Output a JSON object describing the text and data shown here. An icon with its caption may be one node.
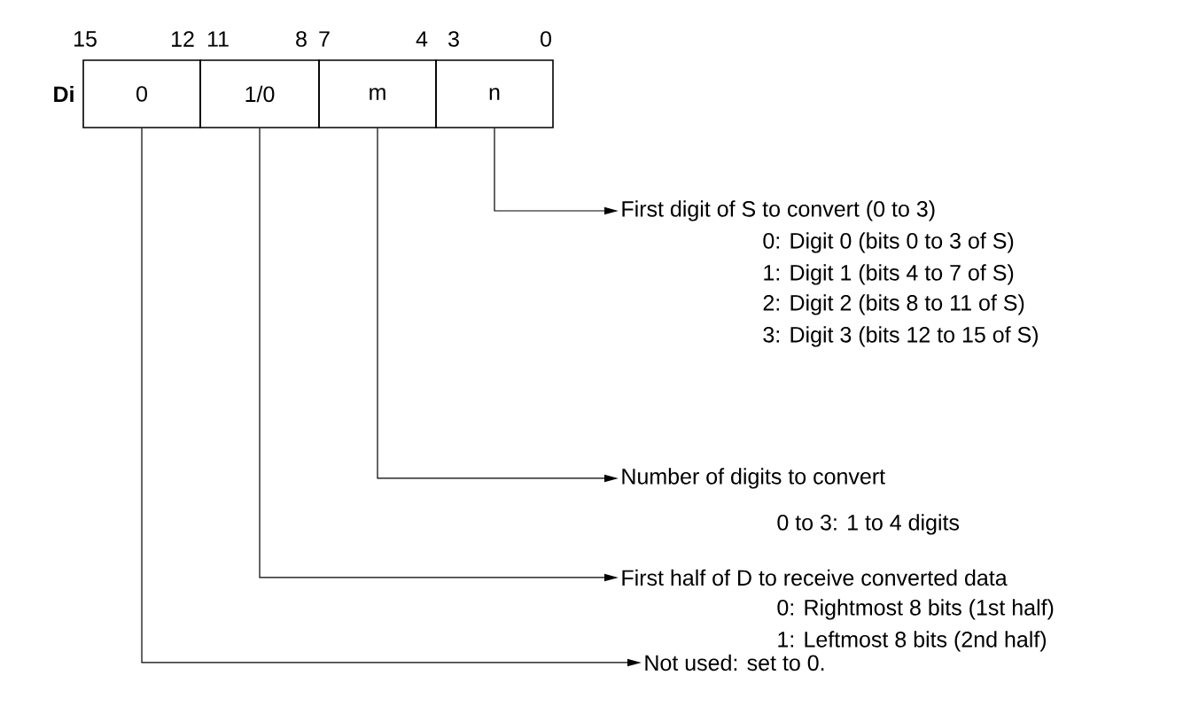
{
  "diagram": {
    "nodes": [
      {
        "text": [
          "0"
        ]
      },
      {
        "text": [
          "1/0"
        ]
      },
      {
        "text": [
          "m"
        ]
      },
      {
        "text": [
          "n"
        ]
      },
      {
        "text": [
          "First digit of S to convert (0 to 3)",
          "0: Digit 0 (bits 0 to 3 of S)",
          "1: Digit 1 (bits 4 to 7 of S)",
          "2: Digit 2 (bits 8 to 11 of S)",
          "3: Digit 3 (bits 12 to 15 of S)"
        ]
      },
      {
        "text": [
          "Number of digits to convert",
          "0 to 3: 1 to 4 digits"
        ]
      },
      {
        "text": [
          "First half of D to receive converted data",
          "0: Rightmost 8 bits (1st half)",
          "1: Leftmost 8 bits (2nd half)"
        ]
      },
      {
        "text": [
          "Not used: set to 0."
        ]
      }
    ],
    "edges": [
      {
        "from": 3,
        "to": 4,
        "arrow": "to"
      },
      {
        "from": 2,
        "to": 5,
        "arrow": "to"
      },
      {
        "from": 1,
        "to": 6,
        "arrow": "to"
      },
      {
        "from": 0,
        "to": 7,
        "arrow": "to"
      }
    ],
    "labels": [
      "Di",
      "15",
      "12",
      "11",
      "8",
      "7",
      "4",
      "3",
      "0"
    ]
  }
}
